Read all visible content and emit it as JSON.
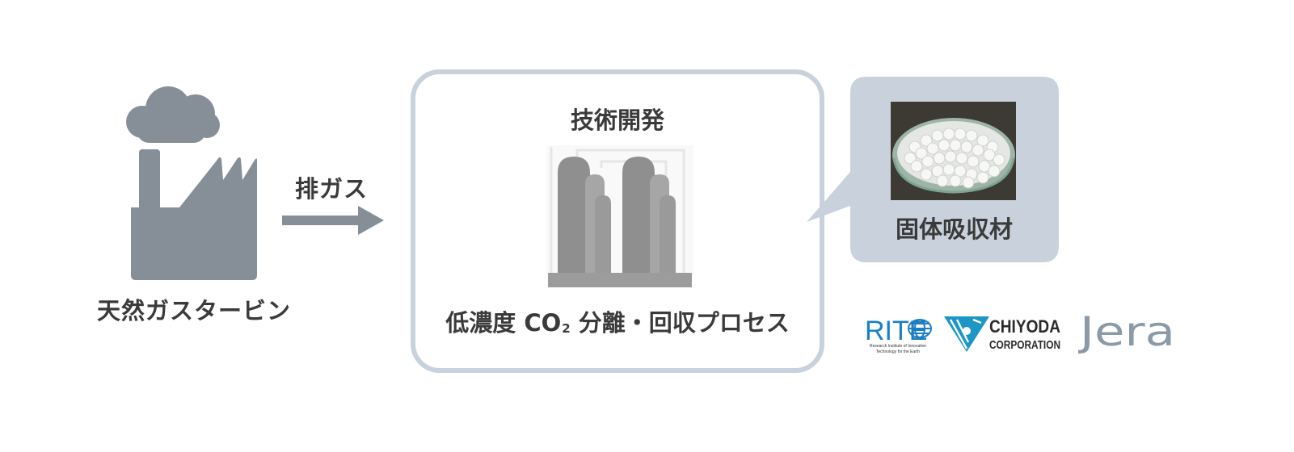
{
  "diagram": {
    "source": {
      "label": "天然ガスタービン",
      "icon": "factory-icon"
    },
    "flow": {
      "label": "排ガス",
      "icon": "arrow-right-icon"
    },
    "process": {
      "title": "技術開発",
      "caption_prefix": "低濃度 CO",
      "caption_subscript": "2",
      "caption_suffix": "分離・回収プロセス",
      "icon": "absorption-tower-icon"
    },
    "material": {
      "label": "固体吸収材",
      "image": "sorbent-beads-photo"
    }
  },
  "partners": {
    "rite": {
      "name": "RITE",
      "tagline_1": "Research Institute of Innovative",
      "tagline_2": "Technology for the Earth"
    },
    "chiyoda": {
      "line_1": "CHIYODA",
      "line_2": "CORPORATION"
    },
    "jera": {
      "name": "Jera"
    }
  },
  "colors": {
    "icon_gray": "#868e98",
    "box_border": "#c9d2dc",
    "bubble_fill": "#c9d2dc",
    "text": "#3a3a3a",
    "rite_blue": "#1c7fc4",
    "chiyoda_blue": "#1b96c7",
    "jera_gray": "#8a9aa7"
  }
}
